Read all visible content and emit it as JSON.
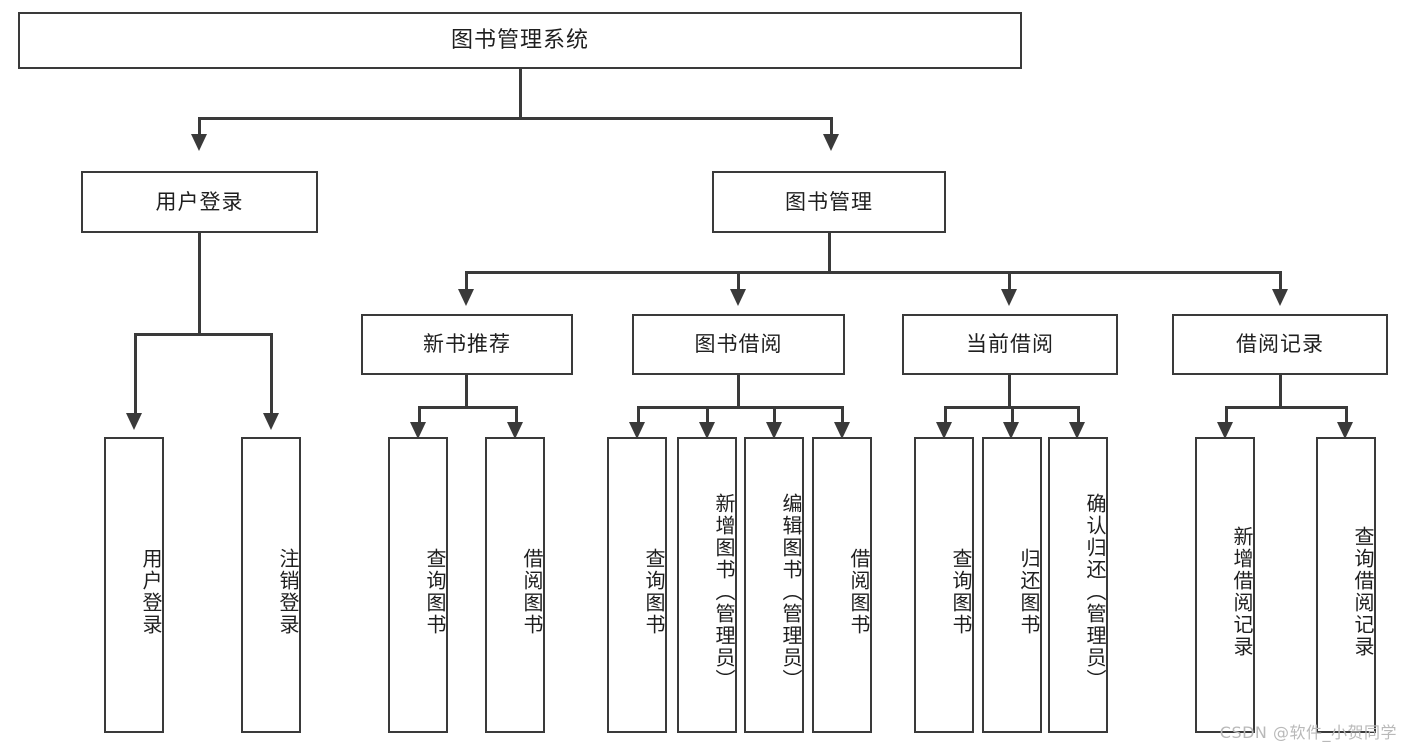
{
  "diagram": {
    "title": "图书管理系统",
    "watermark": "CSDN @软件_小贺同学",
    "line_color": "#3a3a3a",
    "box_fill": "#ffffff",
    "text_color": "#1f1f1f",
    "type": "tree-hierarchy"
  },
  "nodes": {
    "root": {
      "label": "图书管理系统"
    },
    "level1": [
      {
        "id": "user-login",
        "label": "用户登录"
      },
      {
        "id": "book-manage",
        "label": "图书管理"
      }
    ],
    "level2": [
      {
        "id": "new-book-recommend",
        "label": "新书推荐"
      },
      {
        "id": "book-borrow",
        "label": "图书借阅"
      },
      {
        "id": "current-borrow",
        "label": "当前借阅"
      },
      {
        "id": "borrow-record",
        "label": "借阅记录"
      }
    ],
    "leaves": {
      "user_login": [
        {
          "id": "leaf-user-login",
          "label": "用户登录"
        },
        {
          "id": "leaf-logout-login",
          "label": "注销登录"
        }
      ],
      "new_book_recommend": [
        {
          "id": "leaf-query-book-1",
          "label": "查询图书"
        },
        {
          "id": "leaf-borrow-book-1",
          "label": "借阅图书"
        }
      ],
      "book_borrow": [
        {
          "id": "leaf-query-book-2",
          "label": "查询图书"
        },
        {
          "id": "leaf-add-book",
          "label": "新增图书（管理员）"
        },
        {
          "id": "leaf-edit-book",
          "label": "编辑图书（管理员）"
        },
        {
          "id": "leaf-borrow-book-2",
          "label": "借阅图书"
        }
      ],
      "current_borrow": [
        {
          "id": "leaf-query-book-3",
          "label": "查询图书"
        },
        {
          "id": "leaf-return-book",
          "label": "归还图书"
        },
        {
          "id": "leaf-confirm-return",
          "label": "确认归还（管理员）"
        }
      ],
      "borrow_record": [
        {
          "id": "leaf-add-record",
          "label": "新增借阅记录"
        },
        {
          "id": "leaf-query-record",
          "label": "查询借阅记录"
        }
      ]
    }
  }
}
